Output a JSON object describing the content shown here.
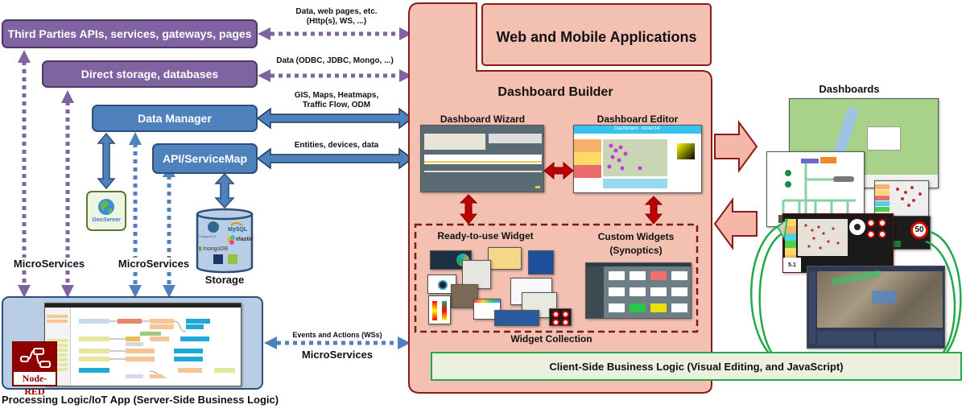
{
  "left": {
    "third_parties": "Third Parties APIs, services, gateways, pages",
    "direct_storage": "Direct storage, databases",
    "data_manager": "Data Manager",
    "api_servicemap": "API/ServiceMap",
    "geoserver": "GeoServer",
    "storage_label": "Storage",
    "storage_logos": [
      "PostgreSQL",
      "MySQL",
      "elastic",
      "mongoDB"
    ],
    "microservices_1": "MicroServices",
    "microservices_2": "MicroServices",
    "processing_label": "Processing Logic/IoT App (Server-Side Business Logic)",
    "nodered": "Node-RED"
  },
  "connectors": {
    "third_parties_line1": "Data, web pages, etc.",
    "third_parties_line2": "(Http(s), WS, ...)",
    "direct_storage": "Data (ODBC, JDBC, Mongo, ...)",
    "data_manager_line1": "GIS, Maps, Heatmaps,",
    "data_manager_line2": "Traffic Flow, ODM",
    "api_servicemap": "Entities, devices, data",
    "events_actions": "Events and Actions (WSs)",
    "microservices_bottom": "MicroServices"
  },
  "center": {
    "web_mobile": "Web and Mobile Applications",
    "dashboard_builder": "Dashboard Builder",
    "dashboard_wizard": "Dashboard Wizard",
    "dashboard_editor": "Dashboard Editor",
    "editor_title": "Dashboard - tester14",
    "ready_widget": "Ready-to-use Widget",
    "custom_widgets_line1": "Custom Widgets",
    "custom_widgets_line2": "(Synoptics)",
    "widget_collection": "Widget Collection"
  },
  "right": {
    "dashboards": "Dashboards",
    "client_side": "Client-Side Business Logic (Visual Editing, and JavaScript)",
    "speed_limit": "50",
    "gauge_value": "5.1"
  },
  "colors": {
    "purple": "#8064a2",
    "blue": "#4f81bd",
    "pink": "#f4c0b2",
    "dark_red": "#8b1a1a",
    "green": "#22aa4a",
    "light_green": "#ebf1de"
  }
}
